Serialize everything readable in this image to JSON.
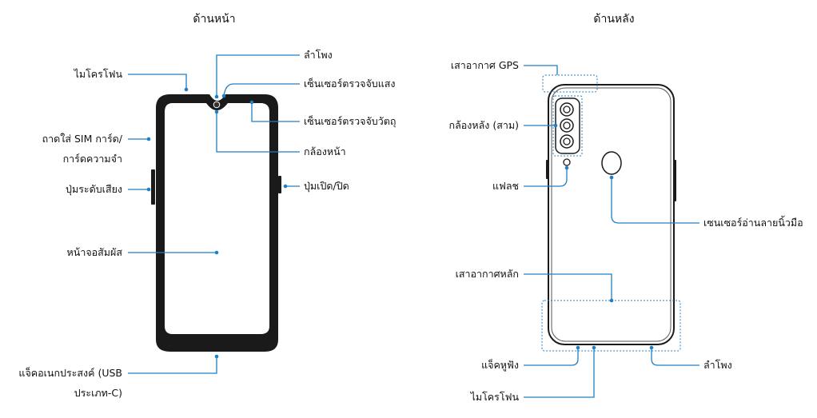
{
  "headings": {
    "front": "ด้านหน้า",
    "back": "ด้านหลัง"
  },
  "front_labels": {
    "speaker": "ลำโพง",
    "light_sensor": "เซ็นเซอร์ตรวจจับแสง",
    "proximity_sensor": "เซ็นเซอร์ตรวจจับวัตถุ",
    "front_camera": "กล้องหน้า",
    "power_key": "ปุ่มเปิด/ปิด",
    "microphone": "ไมโครโฟน",
    "sim_tray_line1": "ถาดใส่ SIM การ์ด/",
    "sim_tray_line2": "การ์ดความจำ",
    "volume_key": "ปุ่มระดับเสียง",
    "touchscreen": "หน้าจอสัมผัส",
    "usb_jack_line1": "แจ็คอเนกประสงค์ (USB",
    "usb_jack_line2": "ประเภท-C)"
  },
  "back_labels": {
    "gps_antenna": "เสาอากาศ GPS",
    "rear_camera": "กล้องหลัง (สาม)",
    "flash": "แฟลช",
    "fingerprint_sensor": "เซนเซอร์อ่านลายนิ้วมือ",
    "main_antenna": "เสาอากาศหลัก",
    "earphone_jack": "แจ็คหูฟัง",
    "speaker": "ลำโพง",
    "microphone": "ไมโครโฟน"
  },
  "colors": {
    "leader": "#1f7fc4",
    "bezel": "#1a1a1a",
    "text": "#111111"
  }
}
